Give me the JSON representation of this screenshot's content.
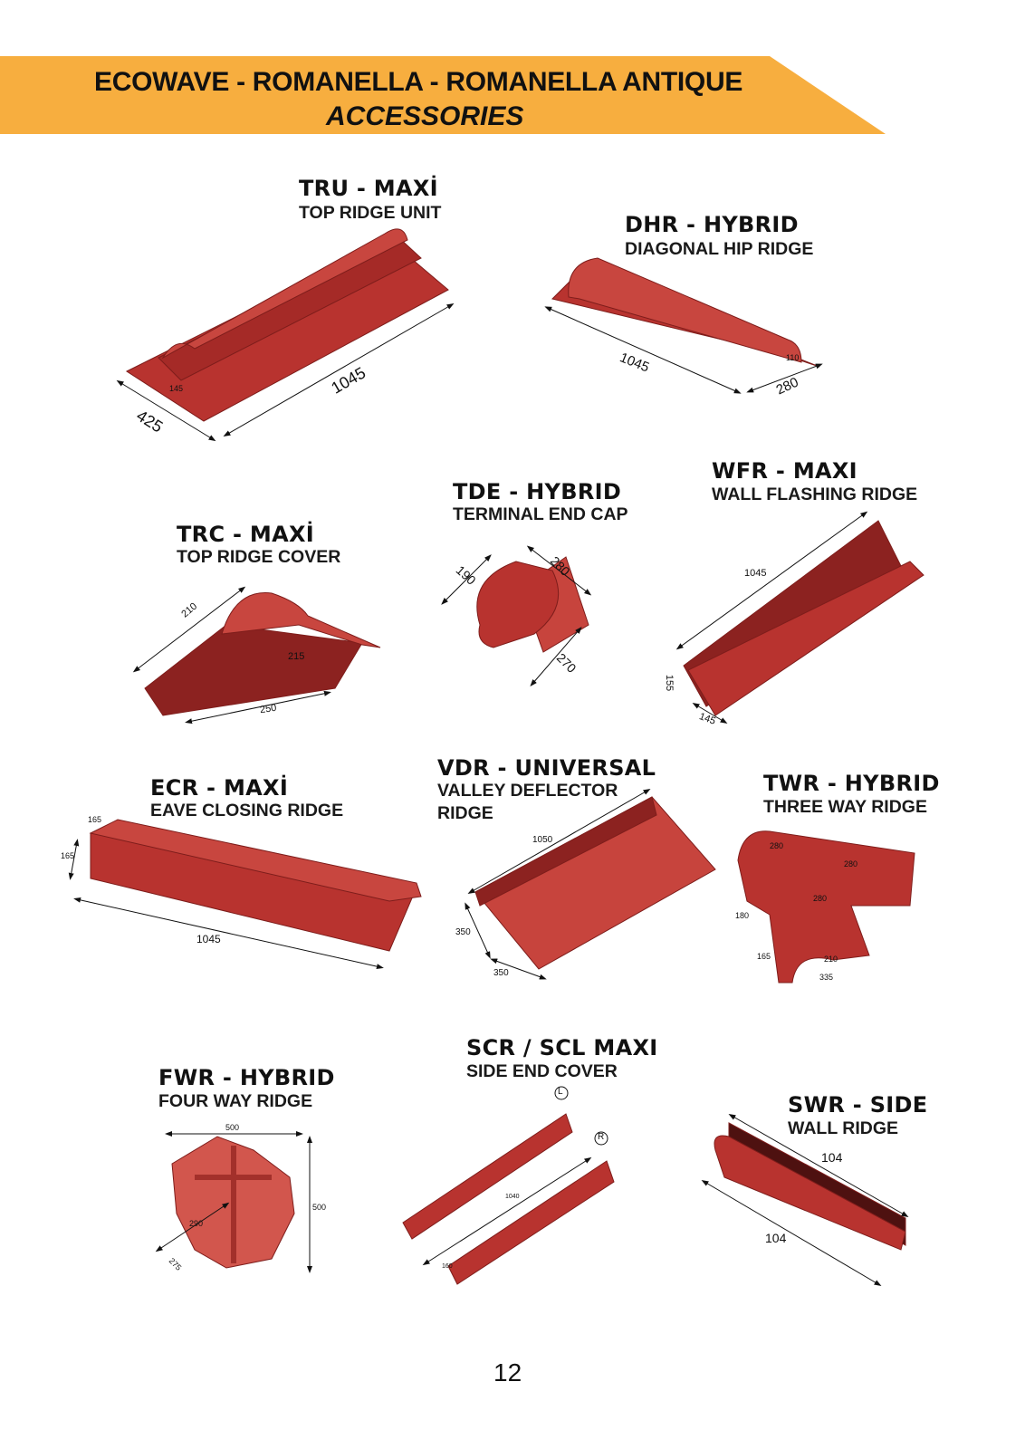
{
  "header": {
    "line1": "ECOWAVE - ROMANELLA - ROMANELLA ANTIQUE",
    "line2": "ACCESSORIES",
    "color": "#f7ae3f"
  },
  "products": {
    "tru": {
      "code": "TRU - MAXİ",
      "name": "TOP RIDGE UNIT",
      "dims": [
        "145",
        "425",
        "1045"
      ]
    },
    "dhr": {
      "code": "DHR - HYBRID",
      "name": "DIAGONAL HIP RIDGE",
      "dims": [
        "1045",
        "110",
        "280"
      ]
    },
    "tde": {
      "code": "TDE - HYBRID",
      "name": "TERMINAL END CAP",
      "dims": [
        "190",
        "280",
        "270"
      ]
    },
    "wfr": {
      "code": "WFR - MAXI",
      "name": "WALL FLASHING RIDGE",
      "dims": [
        "1045",
        "155",
        "145"
      ]
    },
    "trc": {
      "code": "TRC - MAXİ",
      "name": "TOP RIDGE COVER",
      "dims": [
        "210",
        "215",
        "250"
      ]
    },
    "ecr": {
      "code": "ECR - MAXİ",
      "name": "EAVE CLOSING RIDGE",
      "dims": [
        "165",
        "165",
        "1045"
      ]
    },
    "vdr": {
      "code": "VDR - UNIVERSAL",
      "name": "VALLEY DEFLECTOR",
      "name2": "RIDGE",
      "dims": [
        "1050",
        "350",
        "350"
      ]
    },
    "twr": {
      "code": "TWR - HYBRID",
      "name": "THREE WAY RIDGE",
      "dims": [
        "280",
        "280",
        "280",
        "180",
        "165",
        "210",
        "335"
      ]
    },
    "fwr": {
      "code": "FWR - HYBRID",
      "name": "FOUR WAY RIDGE",
      "dims": [
        "500",
        "500",
        "290",
        "275"
      ]
    },
    "scr": {
      "code": "SCR / SCL MAXI",
      "name": "SIDE END COVER",
      "dims": [
        "L",
        "R",
        "1040",
        "160"
      ]
    },
    "swr": {
      "code": "SWR - SIDE",
      "name": "WALL RIDGE",
      "dims": [
        "104",
        "104"
      ]
    }
  },
  "colors": {
    "tile": "#b8332f",
    "tile_dark": "#7e1d1b",
    "tile_light": "#d2564d"
  },
  "page_number": "12"
}
